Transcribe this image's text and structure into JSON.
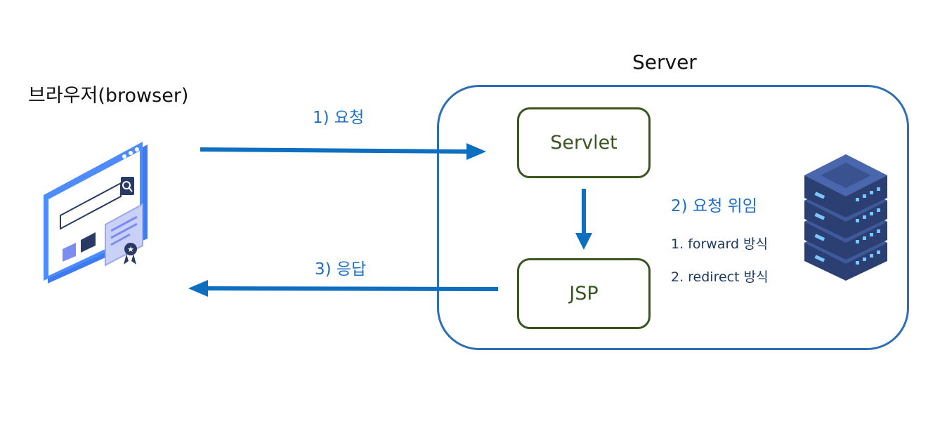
{
  "browser": {
    "label": "브라우저(browser)"
  },
  "server": {
    "title": "Server"
  },
  "components": {
    "servlet": "Servlet",
    "jsp": "JSP"
  },
  "steps": {
    "request": "1) 요청",
    "delegate": "2) 요청 위임",
    "response": "3) 응답"
  },
  "methods": [
    "1. forward 방식",
    "2. redirect 방식"
  ],
  "colors": {
    "arrow": "#0e6ec0",
    "server_border": "#2e6eb3",
    "component_border": "#3b5522",
    "label_blue": "#1f6fc4",
    "method_text": "#1e3a63"
  },
  "icons": {
    "browser": "browser-window-certificate-icon",
    "server": "server-rack-icon"
  }
}
